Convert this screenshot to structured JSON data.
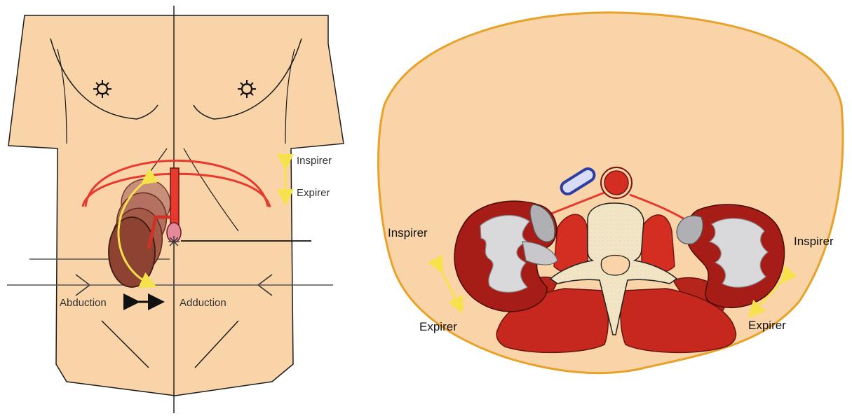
{
  "colors": {
    "skin": "#f9d4a8",
    "skin_outline": "#e8a22a",
    "artery_red": "#e8392e",
    "muscle_dark": "#a51d16",
    "kidney_brown": "#a45a47",
    "vein_blue": "#2c3da3",
    "bone": "#f2e5c6",
    "sinus_grey": "#c8c8cc",
    "arrow_yellow": "#f6e24b"
  },
  "icons": {
    "nipple": "nipple-icon",
    "double_arrow": "double-arrow-icon"
  },
  "front_view": {
    "label_inspire": "Inspirer",
    "label_expire": "Expirer",
    "label_abduction": "Abduction",
    "label_adduction": "Adduction"
  },
  "cross_section": {
    "label_inspire_left": "Inspirer",
    "label_expire_left": "Expirer",
    "label_inspire_right": "Inspirer",
    "label_expire_right": "Expirer"
  }
}
